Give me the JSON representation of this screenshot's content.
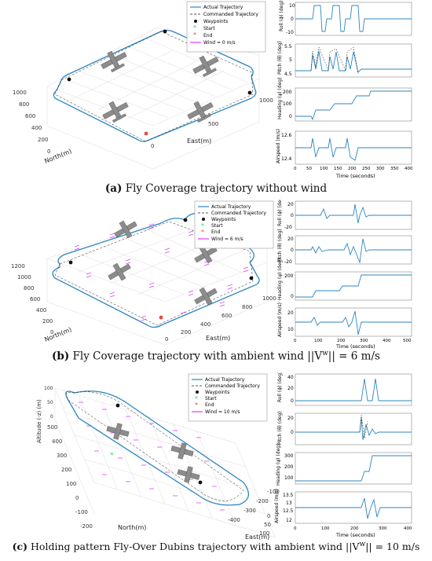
{
  "legend": {
    "actual": "Actual Trajectory",
    "commanded": "Commanded Trajectory",
    "waypoints": "Waypoints",
    "start": "Start",
    "end": "End"
  },
  "colors": {
    "actual": "#2e86c1",
    "commanded": "#222222",
    "wind": "#e040fb",
    "start": "#2ecc71",
    "end": "#e74c3c"
  },
  "axes": {
    "north": "North(m)",
    "east": "East(m)",
    "altitude": "Altitude (-z) (m)",
    "roll": "Roll (ɸ) (deg)",
    "pitch": "Pitch (θ) (deg)",
    "heading": "Heading (ψ) (deg)",
    "airspeed": "Airspeed (m/s)",
    "time": "Time (seconds)"
  },
  "panels": [
    {
      "id": "a",
      "caption_label": "(a)",
      "caption_text": " Fly Coverage trajectory without wind",
      "wind_label": "Wind = 0 m/s",
      "north_ticks": [
        "1000",
        "800",
        "600",
        "400",
        "200",
        "0"
      ],
      "east_ticks": [
        "0",
        "500",
        "1000"
      ],
      "time_ticks": [
        "0",
        "50",
        "100",
        "150",
        "200",
        "250",
        "300",
        "350",
        "400"
      ],
      "roll_ticks": [
        "10",
        "0",
        "-10"
      ],
      "pitch_ticks": [
        "5.5",
        "5",
        "4.5"
      ],
      "heading_ticks": [
        "200",
        "100",
        "0"
      ],
      "airspeed_ticks": [
        "12.6",
        "12.4"
      ]
    },
    {
      "id": "b",
      "caption_label": "(b)",
      "caption_text": " Fly Coverage trajectory with ambient wind ||V",
      "caption_tail": "|| = 6 m/s",
      "wind_label": "Wind = 6 m/s",
      "north_ticks": [
        "1200",
        "1000",
        "800",
        "600",
        "400",
        "200",
        "0"
      ],
      "east_ticks": [
        "0",
        "200",
        "400",
        "600",
        "800",
        "1000"
      ],
      "time_ticks": [
        "0",
        "100",
        "200",
        "300",
        "400",
        "500"
      ],
      "roll_ticks": [
        "20",
        "0",
        "-20"
      ],
      "pitch_ticks": [
        "20",
        "0",
        "-20"
      ],
      "heading_ticks": [
        "200",
        "0"
      ],
      "airspeed_ticks": [
        "20",
        "10"
      ]
    },
    {
      "id": "c",
      "caption_label": "(c)",
      "caption_text": " Holding pattern Fly-Over Dubins trajectory with ambient wind ||V",
      "caption_tail": "|| = 10 m/s",
      "wind_label": "Wind = 10 m/s",
      "north_ticks": [
        "500",
        "400",
        "300",
        "200",
        "100",
        "0",
        "-100",
        "-200"
      ],
      "east_ticks": [
        "-400",
        "-300",
        "-200",
        "-100",
        "0",
        "50",
        "100"
      ],
      "alt_ticks": [
        "100",
        "50",
        "0"
      ],
      "time_ticks": [
        "0",
        "100",
        "200",
        "300",
        "400"
      ],
      "roll_ticks": [
        "40",
        "20",
        "0"
      ],
      "pitch_ticks": [
        "20",
        "0"
      ],
      "heading_ticks": [
        "300",
        "200",
        "100"
      ],
      "airspeed_ticks": [
        "13.5",
        "13",
        "12.5",
        "12"
      ]
    }
  ]
}
